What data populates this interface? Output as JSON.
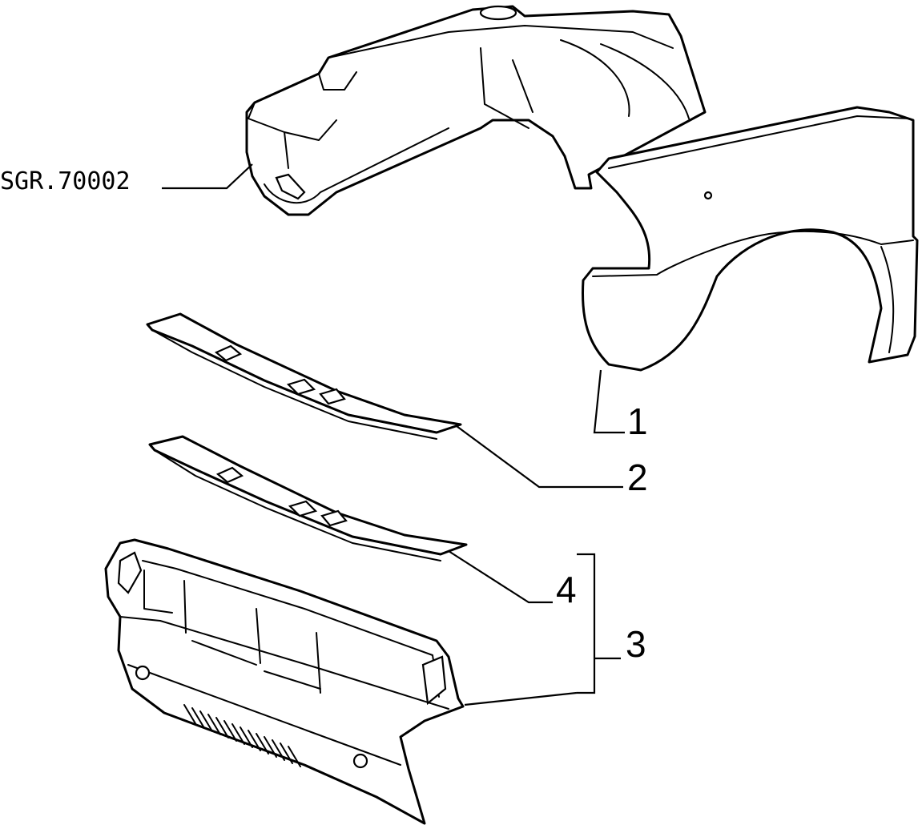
{
  "reference_code": "SGR.70002",
  "callouts": [
    "1",
    "2",
    "3",
    "4"
  ],
  "colors": {
    "line": "#000000",
    "background": "#ffffff"
  }
}
